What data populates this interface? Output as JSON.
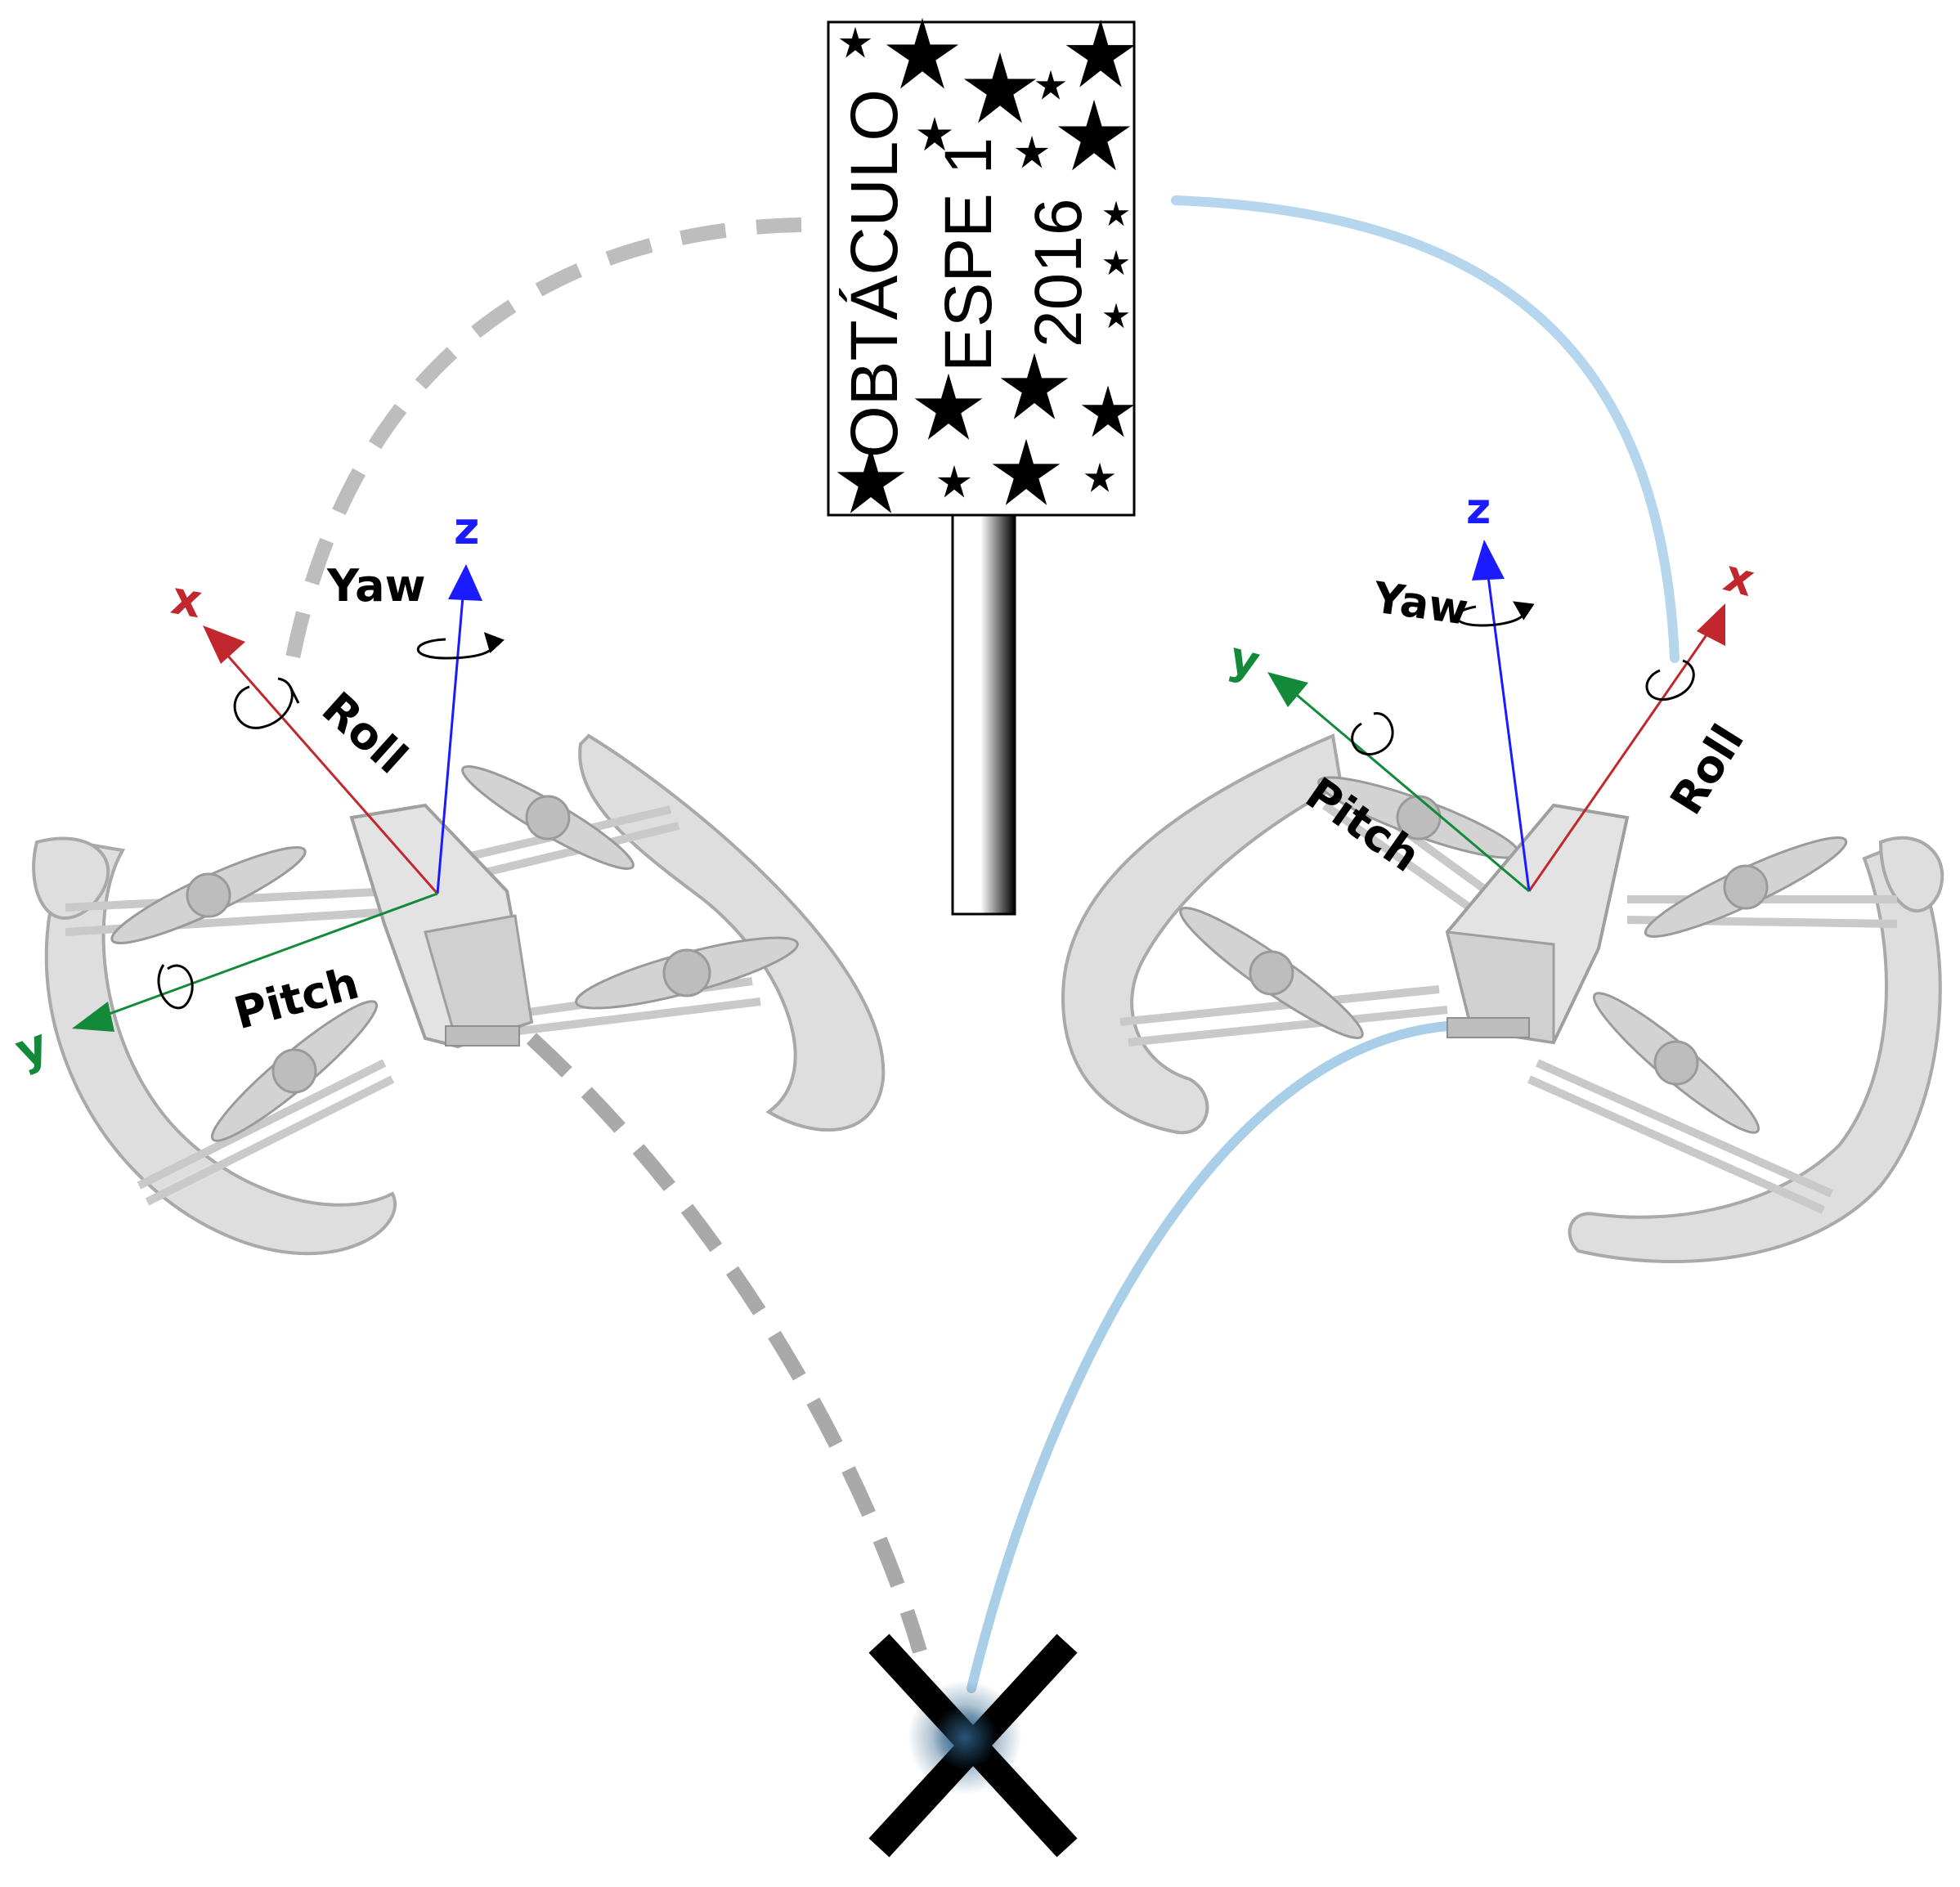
{
  "sign": {
    "line1": "OBTÁCULO",
    "line2": "ESPE 1",
    "line3": "2016"
  },
  "left_drone": {
    "axis_x": "x",
    "axis_y": "y",
    "axis_z": "z",
    "roll": "Roll",
    "pitch": "Pitch",
    "yaw": "Yaw"
  },
  "right_drone": {
    "axis_x": "x",
    "axis_y": "y",
    "axis_z": "z",
    "roll": "Roll",
    "pitch": "Pitch",
    "yaw": "Yaw"
  },
  "colors": {
    "axis_x": "#c1272d",
    "axis_y": "#128a3a",
    "axis_z": "#1b1bff",
    "path_left": "#bdbdbd",
    "path_right": "#a9cfe8",
    "drone_body": "#dedede",
    "drone_edge": "#a9a9a9",
    "ink": "#000000"
  },
  "icons": [
    "star-icon",
    "target-x-icon",
    "rotation-arrow-icon"
  ]
}
